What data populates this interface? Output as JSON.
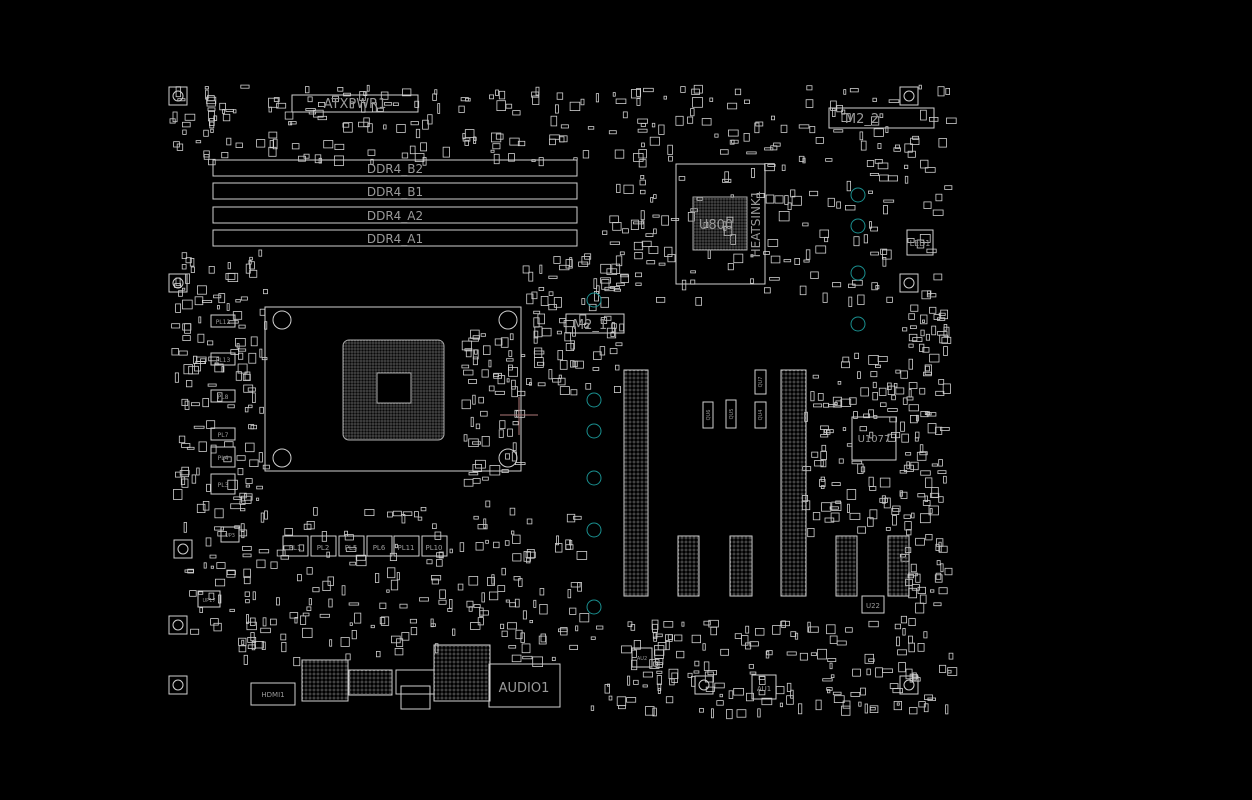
{
  "viewer": {
    "background": "#000000",
    "outline_color": "#cfcfcf",
    "via_color": "#1a8f8f",
    "crosshair_color": "#b07a7a"
  },
  "components": {
    "atx_power": "ATXPWR1",
    "dimms": [
      "DDR4_B2",
      "DDR4_B1",
      "DDR4_A2",
      "DDR4_A1"
    ],
    "m2_2": "M2_2",
    "m2_1": "M2_1",
    "heatsink": "HEATSINK1",
    "chipset": "U800",
    "led": "LED1",
    "superio": "U1077",
    "u22": "U22",
    "au1": "AU1",
    "au2": "AU2",
    "hdmi": "HDMI1",
    "audio": "AUDIO1",
    "chokes_bottom": [
      "PL1",
      "PL2",
      "PL5",
      "PL6",
      "PL11",
      "PL10"
    ],
    "chokes_left": [
      "PL12",
      "PL13",
      "PL8",
      "PL7",
      "PL4",
      "PL3"
    ],
    "up3": "UP3",
    "up17": "UP17",
    "mosfets": [
      "QU6",
      "QU5",
      "QU7",
      "QU4"
    ]
  }
}
